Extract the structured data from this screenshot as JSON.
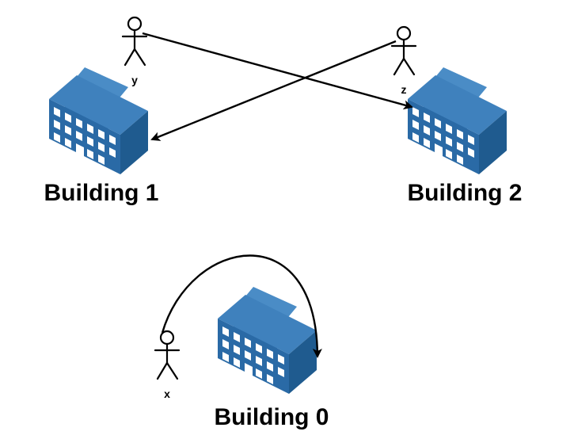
{
  "buildings": [
    {
      "label": "Building 1"
    },
    {
      "label": "Building 2"
    },
    {
      "label": "Building 0"
    }
  ],
  "people": [
    {
      "label": "y"
    },
    {
      "label": "z"
    },
    {
      "label": "x"
    }
  ],
  "colors": {
    "building_top": "#3f81bd",
    "building_front": "#2a6aa6",
    "building_side": "#1f5b8f",
    "window": "#ffffff",
    "line": "#000000"
  }
}
